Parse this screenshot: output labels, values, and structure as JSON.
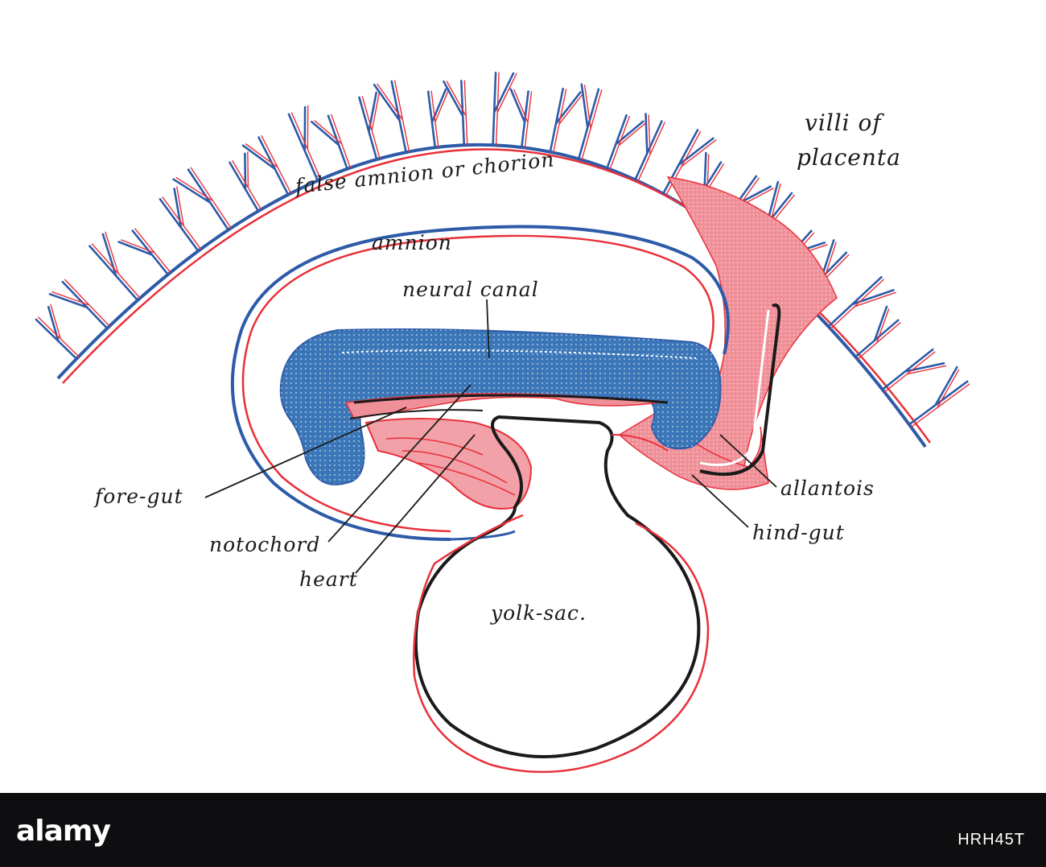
{
  "labels": {
    "villi": [
      "villi of",
      "placenta"
    ],
    "chorion": "false amnion or chorion",
    "amnion": "amnion",
    "neural_canal": "neural canal",
    "fore_gut": "fore-gut",
    "notochord": "notochord",
    "heart": "heart",
    "allantois": "allantois",
    "hind_gut": "hind-gut",
    "yolk_sac": "yolk-sac."
  },
  "footer": {
    "logo": "alamy",
    "image_id": "HRH45T"
  },
  "colors": {
    "blue": "#2d5ba8",
    "red": "#e8303a",
    "pink": "#eb8a92",
    "neural_fill": "#3b77b8",
    "black": "#1a1a1a"
  }
}
